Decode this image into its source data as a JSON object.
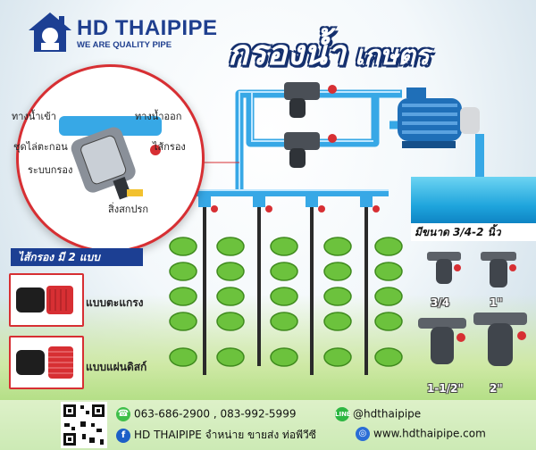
{
  "brand": {
    "name": "HD THAIPIPE",
    "slogan": "WE ARE QUALITY PIPE"
  },
  "headline": {
    "word1": "กรองน้ำ",
    "word2": "เกษตร"
  },
  "filter_callouts": {
    "inlet": "ทางน้ำเข้า",
    "outlet": "ทางน้ำออก",
    "cleaning_set": "ชุดไล่ตะกอน",
    "filter_system": "ระบบกรอง",
    "element": "ไส้กรอง",
    "flush": "สิ่งสกปรก"
  },
  "sizes": {
    "title": "มีขนาด 3/4-2 นิ้ว",
    "items": [
      "3/4",
      "1\"",
      "1-1/2\"",
      "2\""
    ]
  },
  "element_types": {
    "title": "ไส้กรอง มี 2 แบบ",
    "items": [
      "แบบตะแกรง",
      "แบบแผ่นดิสก์"
    ]
  },
  "contact": {
    "phones": "063-686-2900 , 083-992-5999",
    "line": "@hdthaipipe",
    "facebook": "HD THAIPIPE จำหน่าย ขายส่ง ท่อพีวีซี",
    "website": "www.hdthaipipe.com"
  },
  "colors": {
    "brand_blue": "#1c3f93",
    "accent_red": "#d72f33",
    "pipe_blue": "#37a8e6",
    "water": "#1ea4dc"
  }
}
